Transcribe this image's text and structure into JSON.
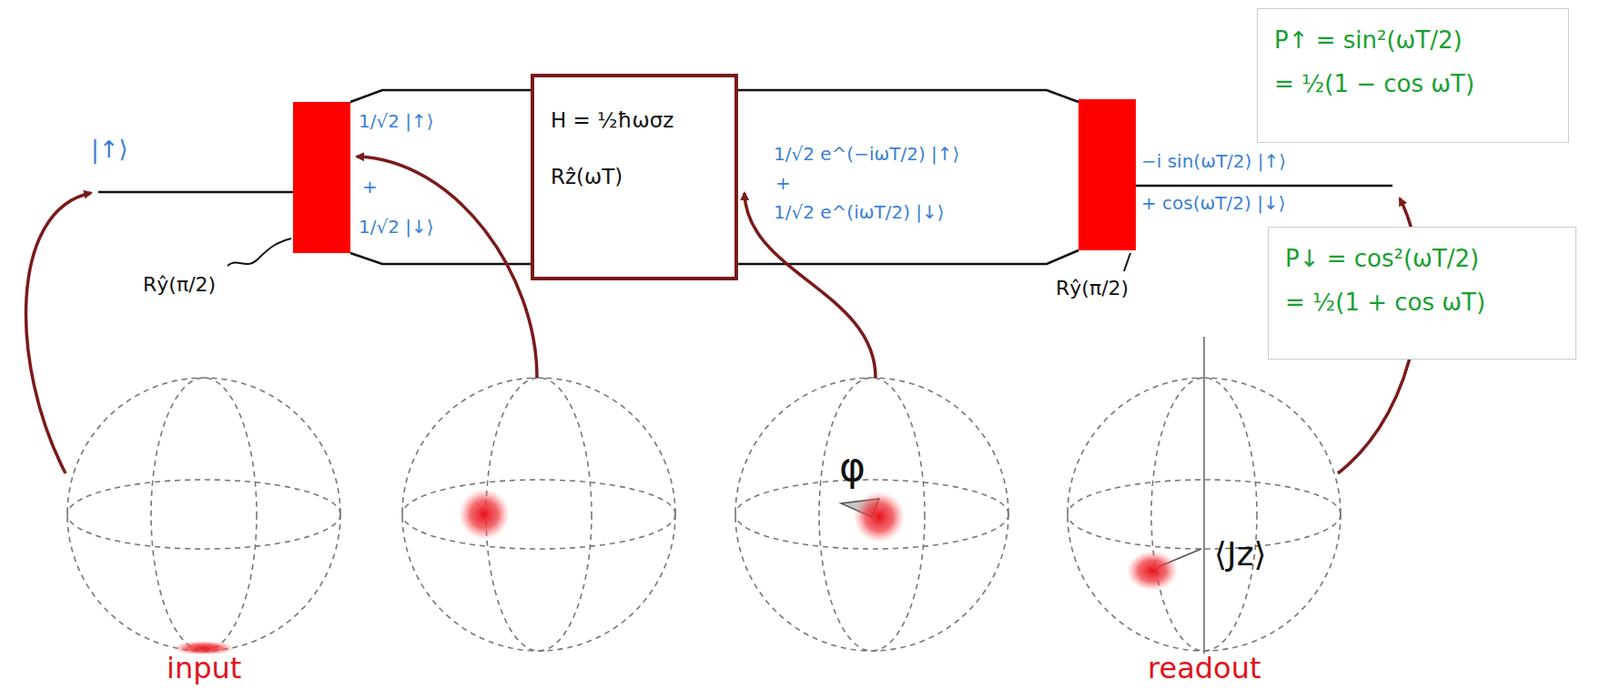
{
  "diagram": {
    "nodes": [
      {
        "text": [
          "H = ½ħωσz",
          "Rẑ(ωT)"
        ]
      },
      {
        "text": [
          "P↑ = sin²(ωT/2)",
          "= ½(1 − cos ωT)"
        ]
      },
      {
        "text": [
          "P↓ = cos²(ωT/2)",
          "= ½(1 + cos ωT)"
        ]
      }
    ],
    "labels": [
      "|↑⟩",
      "Rŷ(π/2)",
      "1/√2 |↑⟩",
      "+",
      "1/√2 |↓⟩",
      "1/√2 e^(−iωT/2) |↑⟩",
      "+",
      "1/√2 e^(iωT/2) |↓⟩",
      "Rŷ(π/2)",
      "−i sin(ωT/2) |↑⟩",
      "+ cos(ωT/2) |↓⟩",
      "φ",
      "⟨Jz⟩",
      "input",
      "readout"
    ]
  }
}
